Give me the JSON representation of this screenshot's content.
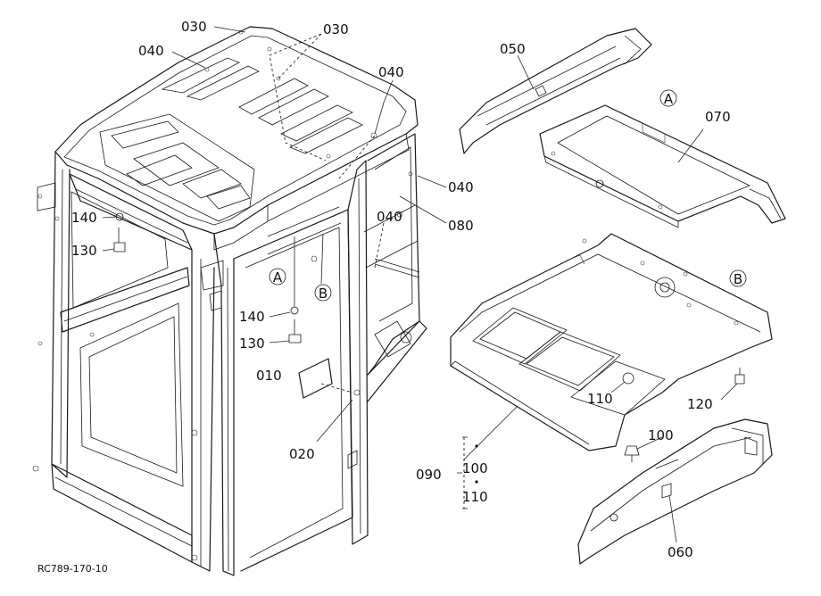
{
  "drawing_code": "RC789-170-10",
  "callouts": {
    "c030_a": "030",
    "c030_b": "030",
    "c040_a": "040",
    "c040_b": "040",
    "c040_c": "040",
    "c040_d": "040",
    "c050": "050",
    "c070": "070",
    "c080": "080",
    "c140_a": "140",
    "c130_a": "130",
    "c140_b": "140",
    "c130_b": "130",
    "c010": "010",
    "c020": "020",
    "c090": "090",
    "c100_a": "100",
    "c110_a": "110",
    "c110_b": "110",
    "c100_b": "100",
    "c120": "120",
    "c060": "060"
  },
  "refs": {
    "a1": "A",
    "a2": "A",
    "b1": "B",
    "b2": "B"
  }
}
